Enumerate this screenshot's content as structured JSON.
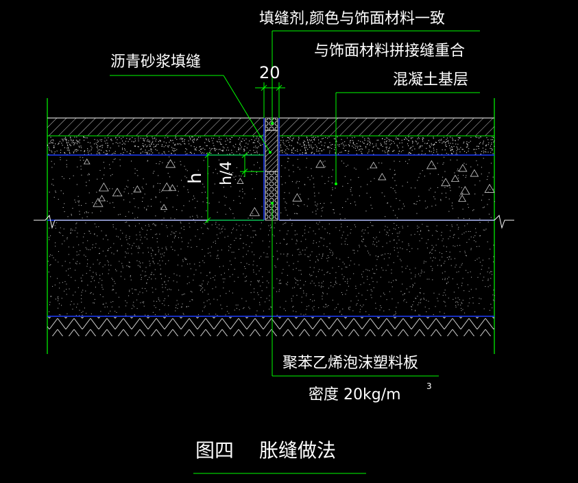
{
  "labels": {
    "top_note_line1": "填缝剂,颜色与饰面材料一致",
    "top_note_line2": "与饰面材料拼接缝重合",
    "asphalt_fill": "沥青砂浆填缝",
    "joint_width": "20",
    "concrete_base": "混凝土基层",
    "depth_h": "h",
    "depth_h4": "h/4",
    "foam_board": "聚苯乙烯泡沫塑料板",
    "density": "密度 20kg/m",
    "density_exp": "3",
    "figure_no": "图四",
    "figure_title": "胀缝做法"
  },
  "colors": {
    "background": "#000000",
    "annotation_line": "#00ff00",
    "layer_boundary": "#1f3fff",
    "hatch": "#ffffff",
    "text": "#ffffff"
  }
}
